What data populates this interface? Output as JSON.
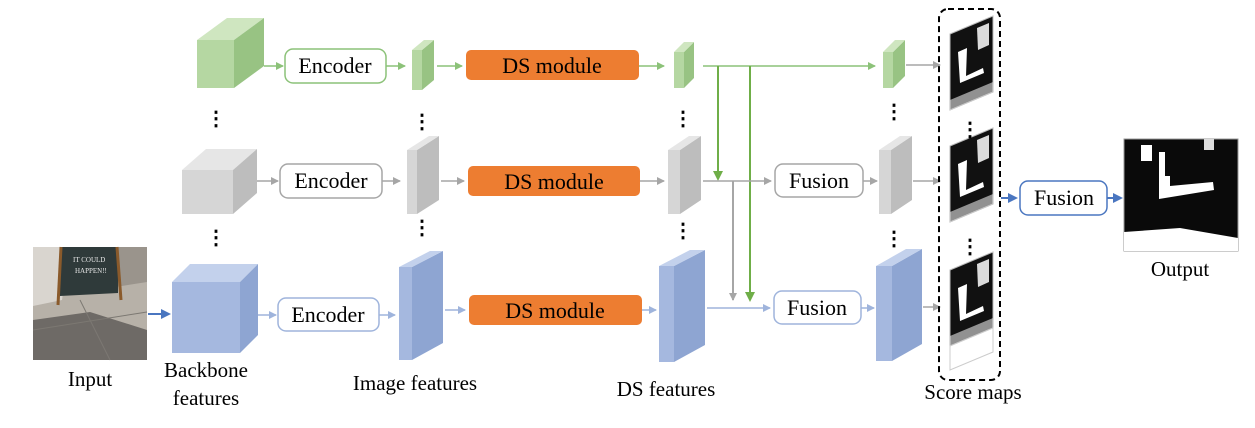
{
  "labels": {
    "encoder": "Encoder",
    "ds_module": "DS module",
    "fusion": "Fusion",
    "input": "Input",
    "backbone_line1": "Backbone",
    "backbone_line2": "features",
    "image_features": "Image features",
    "ds_features": "DS features",
    "score_maps": "Score maps",
    "output": "Output",
    "ellipsis": "⋮",
    "chalk_line1": "IT COULD",
    "chalk_line2": "HAPPEN!!"
  },
  "colors": {
    "green_face": "#b5d7a2",
    "green_top": "#cfe6c0",
    "green_side": "#98c383",
    "green_line": "#8cc279",
    "green_arrow_dark": "#6fae48",
    "gray_face": "#d6d6d6",
    "gray_top": "#e6e6e6",
    "gray_side": "#bdbdbd",
    "gray_line": "#a6a6a6",
    "blue_face": "#a5b8df",
    "blue_top": "#c3d1ec",
    "blue_side": "#8ea5d2",
    "blue_line": "#9fb4dc",
    "blue_arrow": "#4a76c0",
    "ds_orange": "#ed7d31"
  }
}
